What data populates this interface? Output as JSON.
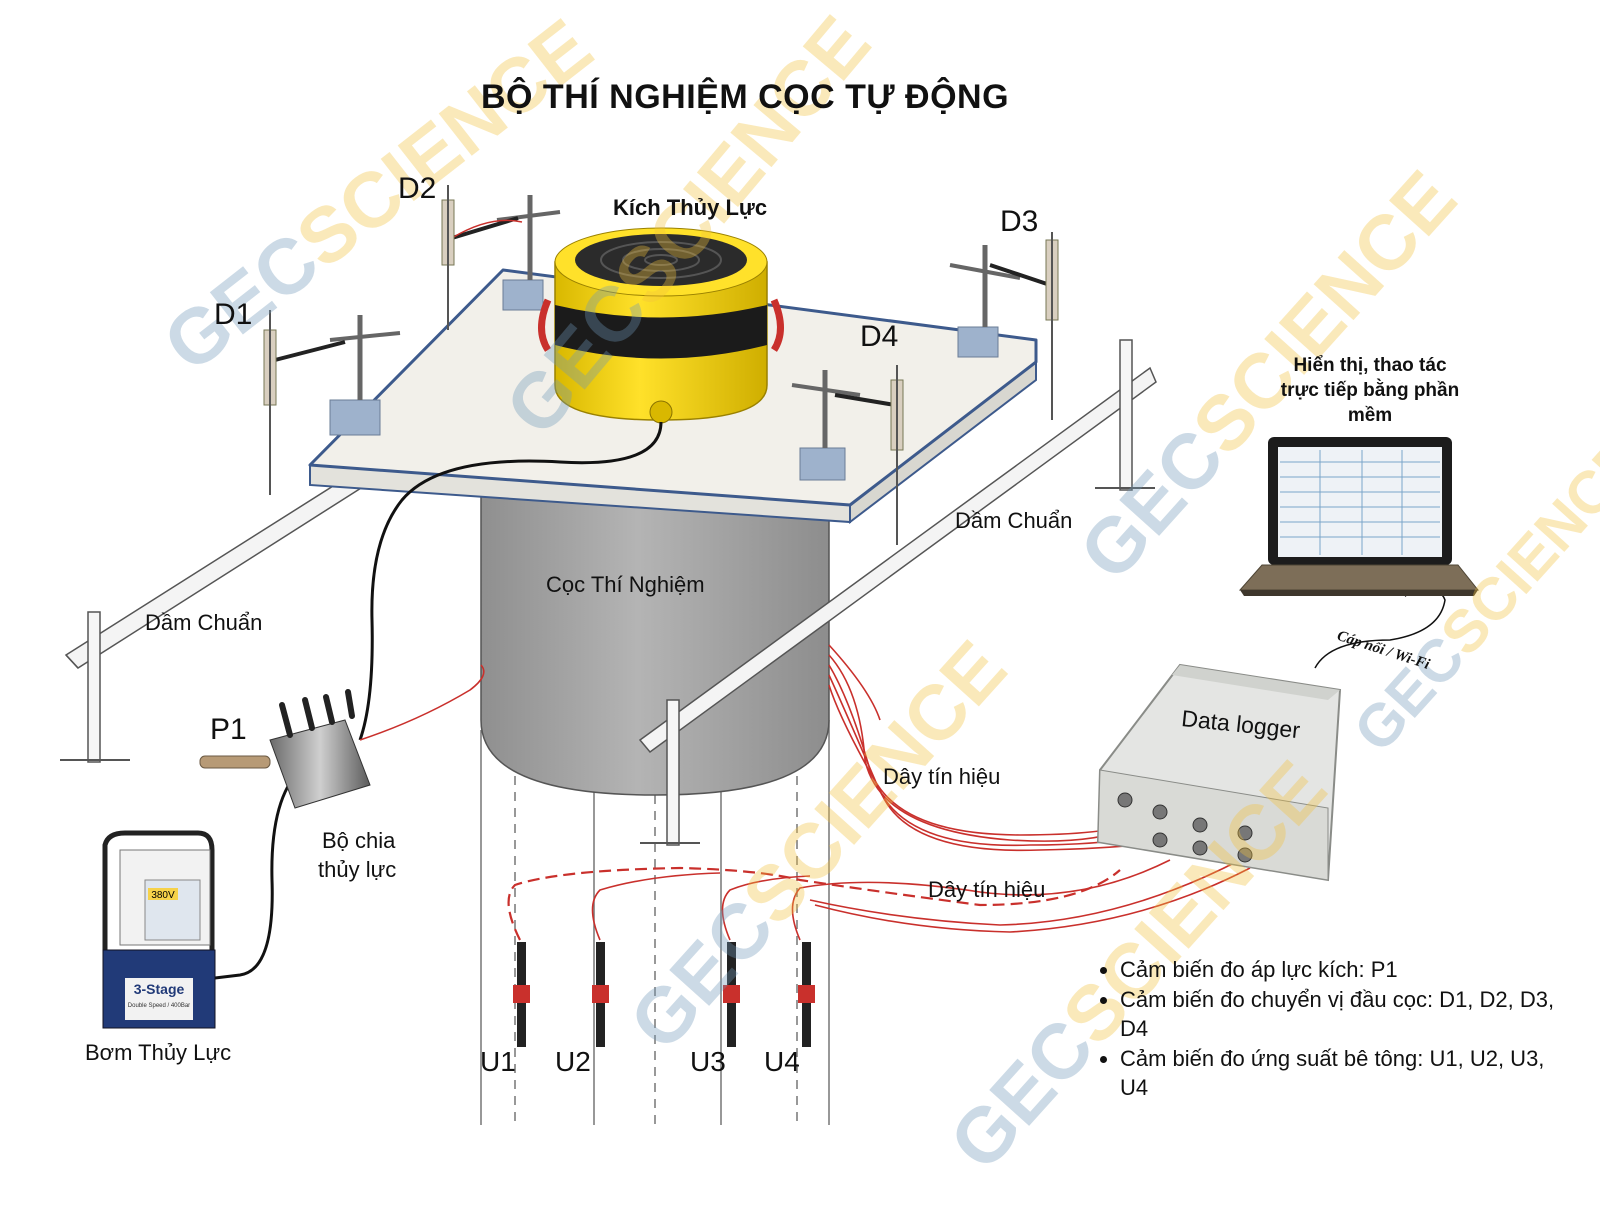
{
  "title": "BỘ THÍ NGHIỆM CỌC TỰ ĐỘNG",
  "watermark": {
    "part1": "GEC",
    "part2": "SCIENCE"
  },
  "labels": {
    "jack": "Kích Thủy Lực",
    "pile": "Cọc Thí Nghiệm",
    "beam_left": "Dầm Chuẩn",
    "beam_right": "Dầm Chuẩn",
    "splitter_line1": "Bộ chia",
    "splitter_line2": "thủy lực",
    "pump": "Bơm Thủy Lực",
    "signal_upper": "Dây tín hiệu",
    "signal_lower": "Dây tín hiệu",
    "data_logger": "Data logger",
    "cable": "Cáp nối / Wi-Fi",
    "laptop_caption": "Hiển thị, thao tác trực tiếp bằng phần mềm"
  },
  "sensors": {
    "displacement": [
      "D1",
      "D2",
      "D3",
      "D4"
    ],
    "pressure": "P1",
    "strain": [
      "U1",
      "U2",
      "U3",
      "U4"
    ]
  },
  "pump_panel": {
    "voltage": "380V",
    "model": "3-Stage",
    "model_sub": "Double Speed / 400Bar"
  },
  "notes": [
    "Cảm biến đo áp lực kích: P1",
    "Cảm biến đo chuyển vị đầu cọc: D1, D2, D3, D4",
    "Cảm biến đo ứng suất bê tông: U1, U2, U3, U4"
  ],
  "colors": {
    "plate_fill": "#f2f0ea",
    "plate_edge": "#3d5a8c",
    "pile_fill": "#a7a7a7",
    "jack_yellow": "#f5d40a",
    "wire_red": "#c9302c",
    "pump_blue": "#213a78",
    "logger_gray": "#e4e5e3"
  }
}
